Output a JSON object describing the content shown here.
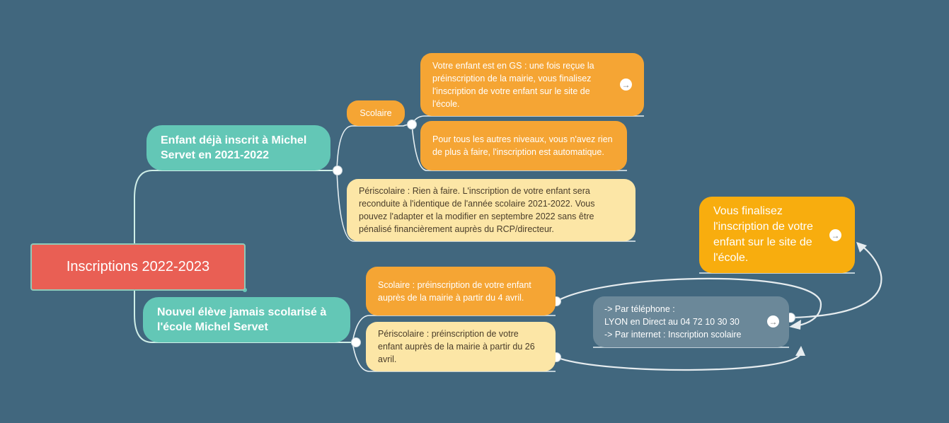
{
  "root": {
    "label": "Inscriptions 2022-2023"
  },
  "branches": {
    "existing": {
      "label": "Enfant déjà inscrit à Michel Servet en 2021-2022"
    },
    "new": {
      "label": "Nouvel élève jamais scolarisé à l'école Michel Servet"
    }
  },
  "existing_children": {
    "scolaire": {
      "label": "Scolaire"
    },
    "gs": {
      "text": "Votre enfant est en GS : une fois reçue la préinscription de la mairie, vous finalisez l'inscription de votre enfant sur le site de l'école."
    },
    "others": {
      "text": "Pour tous les autres niveaux, vous n'avez rien de plus à faire, l'inscription est automatique."
    },
    "periscolaire": {
      "text": "Périscolaire : Rien à faire. L'inscription de votre enfant sera reconduite à l'identique de l'année scolaire 2021-2022. Vous pouvez l'adapter et la modifier en septembre 2022 sans être pénalisé financièrement auprès du RCP/directeur."
    }
  },
  "new_children": {
    "scolaire": {
      "text": "Scolaire : préinscription de votre enfant auprès de la mairie à partir du 4 avril."
    },
    "periscolaire": {
      "text": "Périscolaire : préinscription de votre enfant auprès de la mairie à partir du 26 avril."
    }
  },
  "contact": {
    "line1": "-> Par téléphone :",
    "line2": "LYON en Direct au 04 72 10 30 30",
    "line3": "-> Par internet : Inscription scolaire"
  },
  "finalize": {
    "text": "Vous finalisez l'inscription de votre enfant sur le site de l'école."
  },
  "colors": {
    "background": "#41677e",
    "root": "#e95f54",
    "teal": "#63c7b6",
    "orange": "#f5a534",
    "pale": "#fce6a6",
    "gold": "#f8ad0e",
    "slate": "#6b8899"
  },
  "icons": {
    "link": "arrow-right-icon"
  }
}
